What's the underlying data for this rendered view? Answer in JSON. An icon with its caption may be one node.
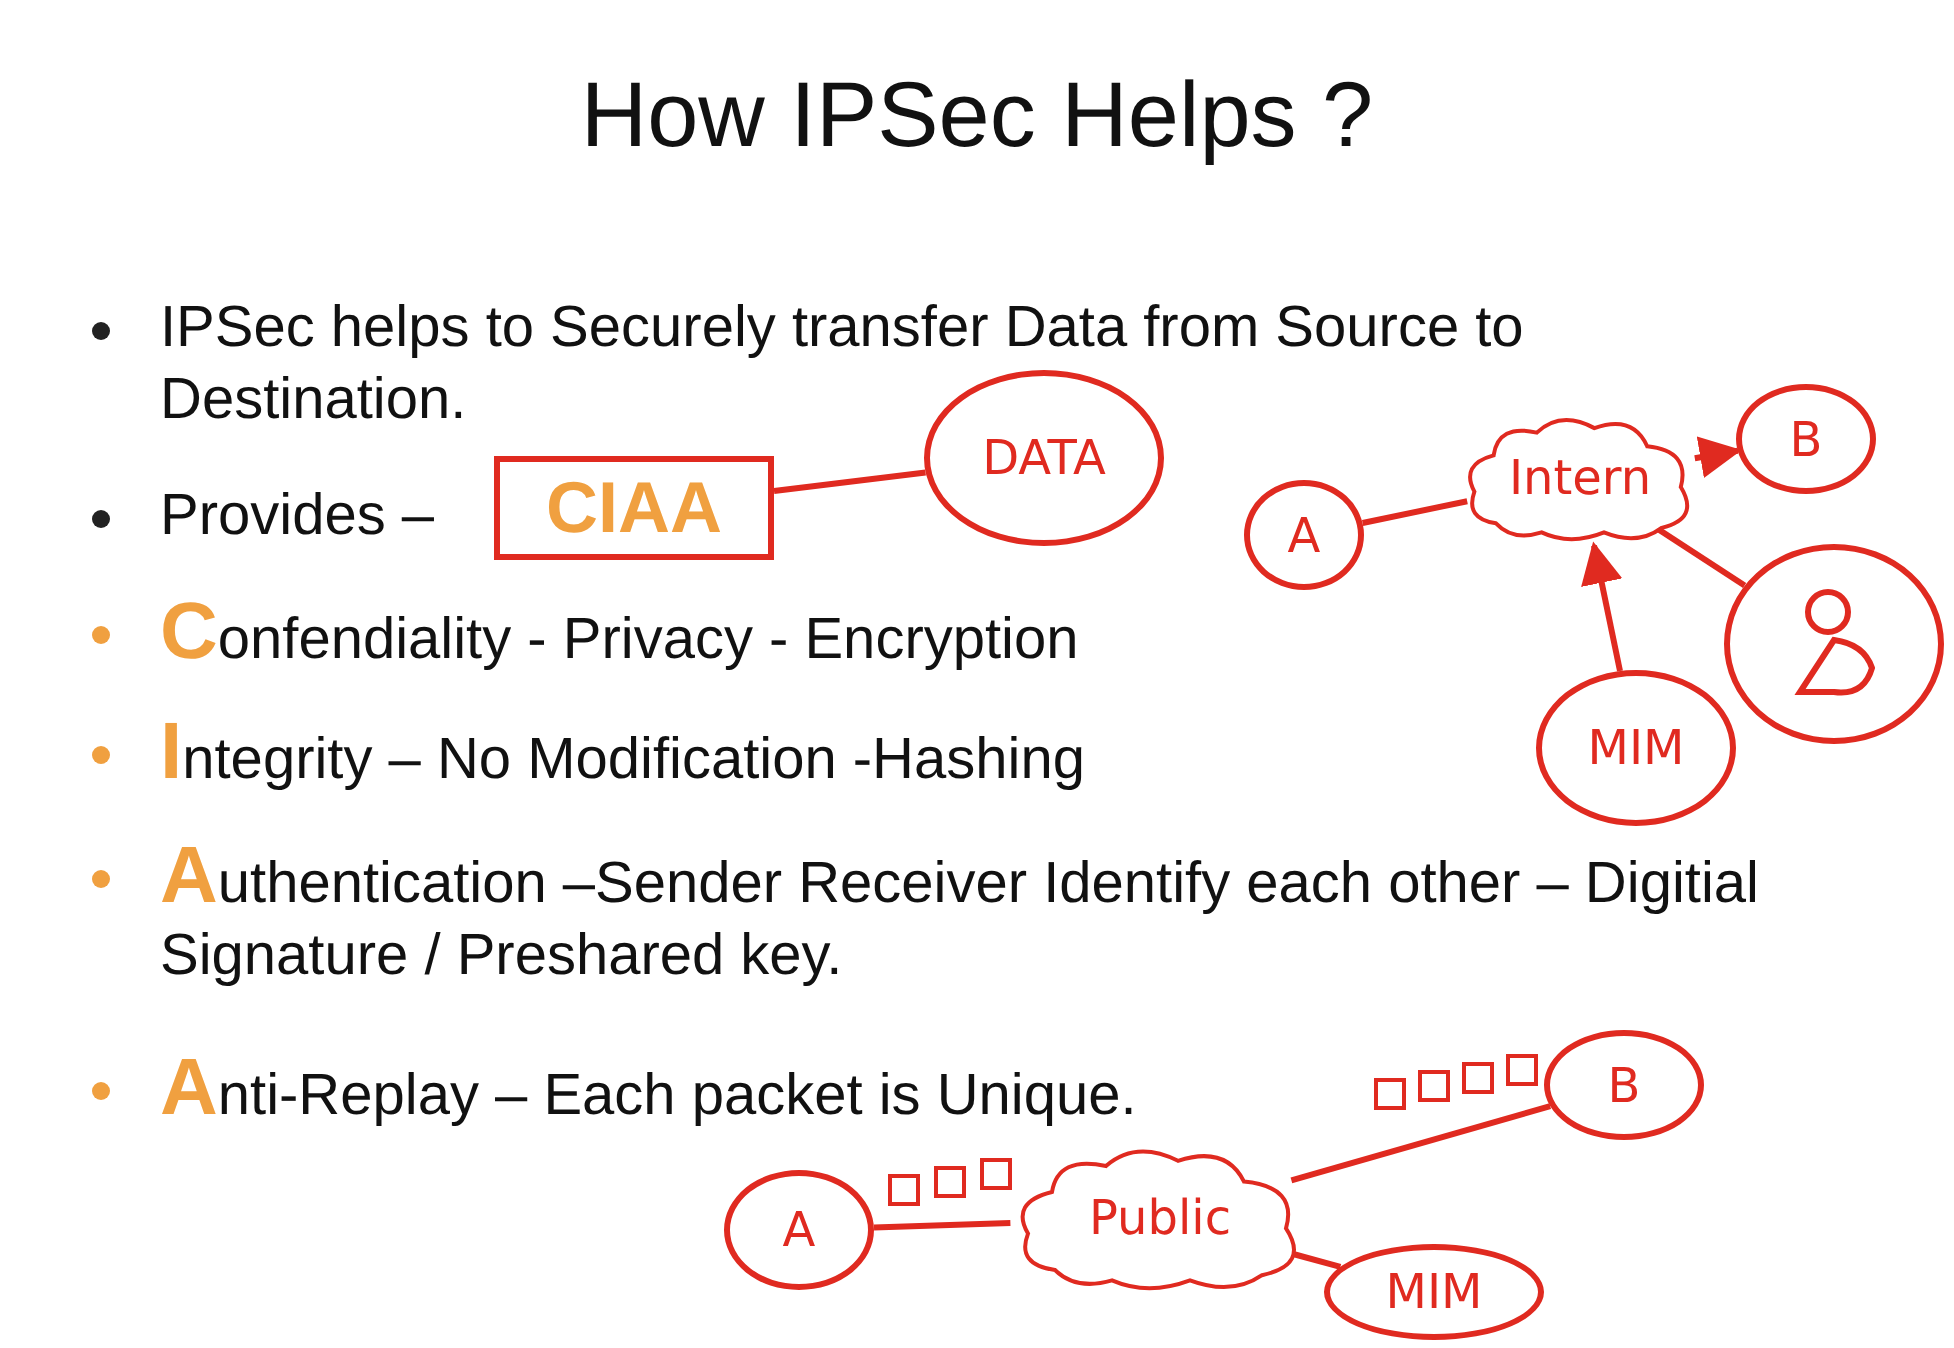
{
  "diagram": {
    "title": "How IPSec Helps ?",
    "nodes": [
      {
        "text": [
          "CIAA"
        ]
      },
      {
        "text": [
          "DATA"
        ]
      },
      {
        "text": [
          "A"
        ]
      },
      {
        "text": [
          "Intern"
        ]
      },
      {
        "text": [
          "B"
        ]
      },
      {
        "text": [],
        "shape": "person"
      },
      {
        "text": [
          "MIM"
        ]
      },
      {
        "text": [
          "A"
        ]
      },
      {
        "text": [
          "Public"
        ]
      },
      {
        "text": [
          "B"
        ]
      },
      {
        "text": [
          "MIM"
        ]
      }
    ],
    "edges": [
      {
        "from": 0,
        "to": 1,
        "arrow": "none"
      },
      {
        "from": 2,
        "to": 3,
        "arrow": "none"
      },
      {
        "from": 3,
        "to": 4,
        "arrow": "to"
      },
      {
        "from": 3,
        "to": 5,
        "arrow": "none"
      },
      {
        "from": 6,
        "to": 3,
        "arrow": "to"
      },
      {
        "from": 7,
        "to": 8,
        "arrow": "none"
      },
      {
        "from": 8,
        "to": 9,
        "arrow": "none"
      },
      {
        "from": 8,
        "to": 10,
        "arrow": "none"
      }
    ],
    "labels": [
      "IPSec helps to Securely transfer Data from Source to Destination.",
      "Provides –",
      "**C**onfendiality - Privacy - Encryption",
      "**I**ntegrity – No Modification -Hashing",
      "**A**uthentication –Sender Receiver Identify each other – Digitial Signature / Preshared key.",
      "**A**nti-Replay – Each packet is Unique."
    ]
  }
}
